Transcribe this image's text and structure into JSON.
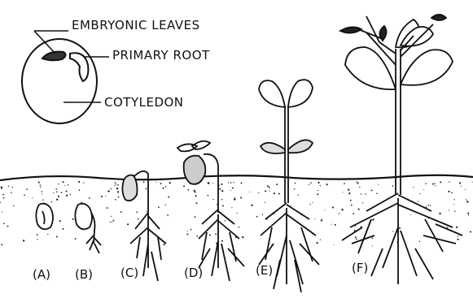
{
  "seed_labels": {
    "embryonic_leaves": "EMBRYONIC LEAVES",
    "primary_root": "PRIMARY ROOT",
    "cotyledon": "COTYLEDON"
  },
  "stages": [
    {
      "id": "A",
      "label": "(A)"
    },
    {
      "id": "B",
      "label": "(B)"
    },
    {
      "id": "C",
      "label": "(C)"
    },
    {
      "id": "D",
      "label": "(D)"
    },
    {
      "id": "E",
      "label": "(E)"
    },
    {
      "id": "F",
      "label": "(F)"
    }
  ],
  "colors": {
    "ink": "#111111",
    "paper": "#ffffff"
  }
}
